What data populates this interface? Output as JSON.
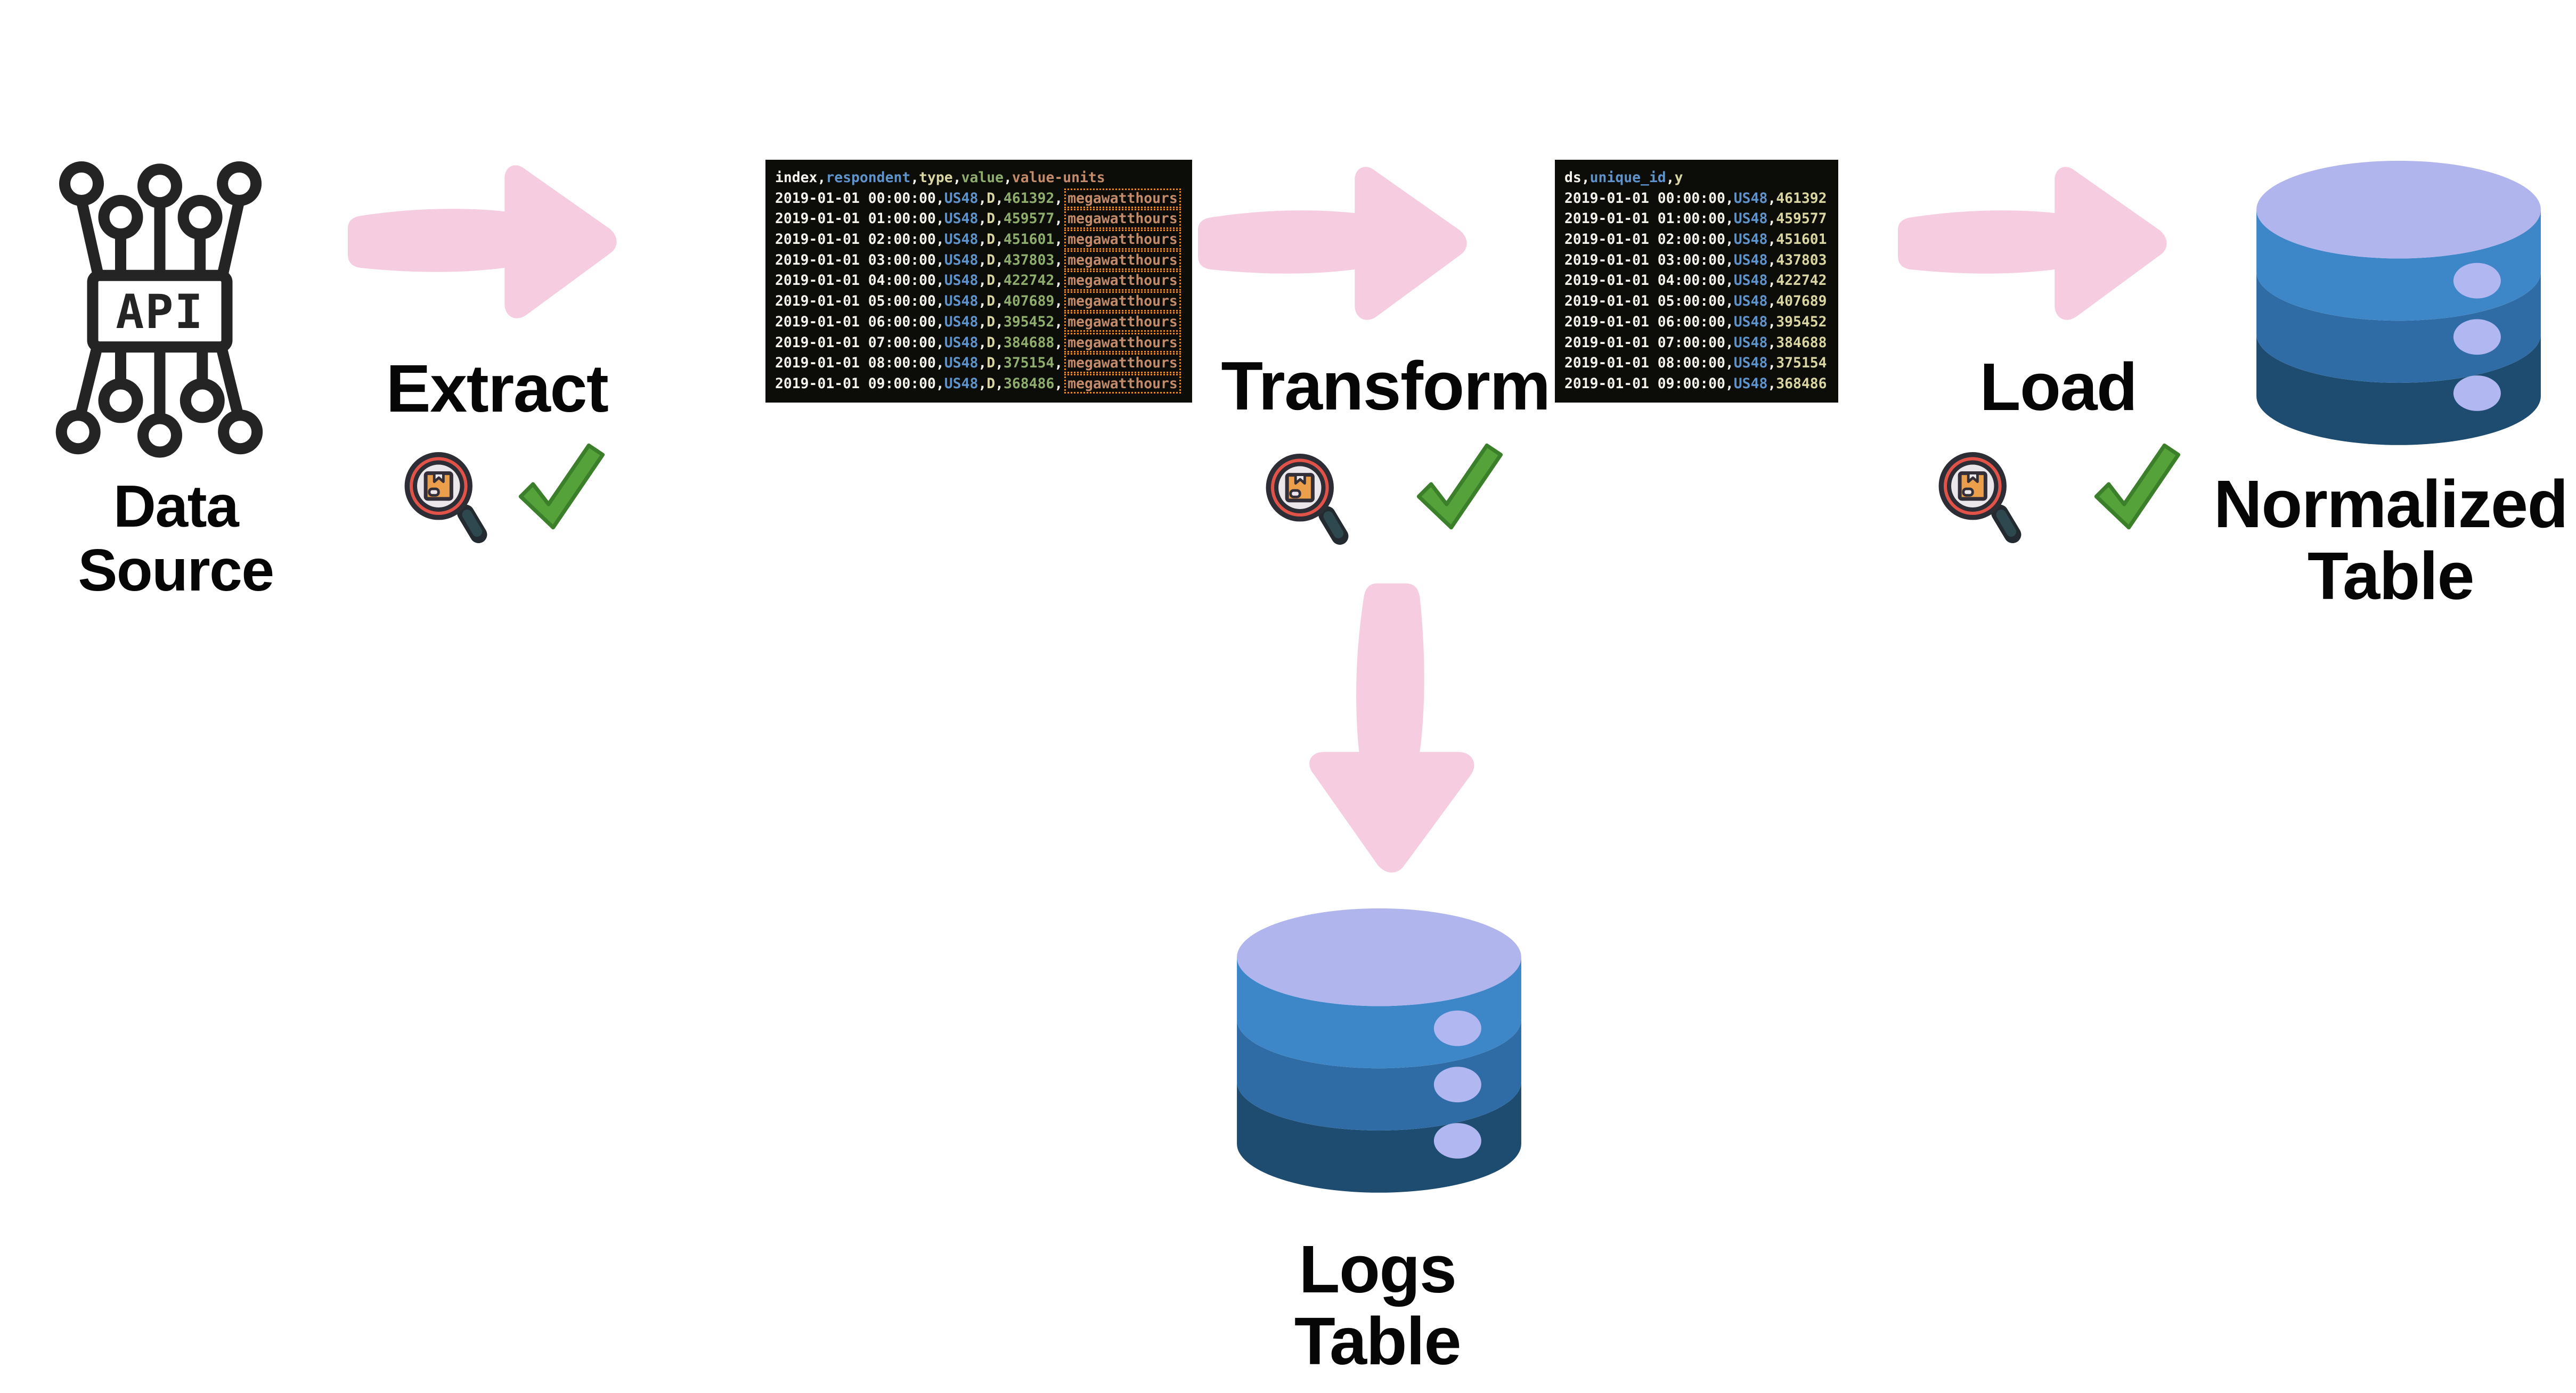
{
  "labels": {
    "api_text": "API",
    "data_source": [
      "Data",
      "Source"
    ],
    "extract": "Extract",
    "transform": "Transform",
    "load": "Load",
    "normalized_table": [
      "Normalized",
      "Table"
    ],
    "logs_table": [
      "Logs",
      "Table"
    ]
  },
  "icons": {
    "api": "api-network-icon",
    "magnifier": "inspect-package-magnifier-icon",
    "check": "green-checkmark-icon",
    "database": "database-cylinder-icon",
    "arrow": "pink-hand-drawn-arrow"
  },
  "colors": {
    "arrow_pink": "#f6cde0",
    "terminal_bg": "#0c0c08",
    "text_white": "#f5f3ea",
    "text_blue": "#5e93cc",
    "text_yellow": "#d9d6a2",
    "text_green": "#8fae6d",
    "text_salmon": "#c48b6b",
    "highlight_border": "#e08c2e",
    "check_green": "#55a23a",
    "check_outline": "#3c7f2a",
    "db_top": "#b1b5ed",
    "db_band1": "#3d86c8",
    "db_band2": "#2f6ca5",
    "db_band3": "#1e4c70",
    "db_dot": "#b1b7f1",
    "icon_outline": "#242424",
    "mag_ring": "#e15349",
    "mag_lens": "#eae6ea",
    "mag_box": "#eb9f4b",
    "mag_handle": "#2e4850",
    "mag_handle_dark": "#232a30",
    "label_color": "#060606"
  },
  "terminal1": {
    "rows": [
      {
        "cells": [
          {
            "text": "index",
            "color": "white"
          },
          {
            "text": "respondent",
            "color": "blue"
          },
          {
            "text": "type",
            "color": "yellow"
          },
          {
            "text": "value",
            "color": "green"
          },
          {
            "text": "value-units",
            "color": "salmon"
          }
        ]
      },
      {
        "cells": [
          {
            "text": "2019-01-01 00:00:00",
            "color": "white"
          },
          {
            "text": "US48",
            "color": "blue"
          },
          {
            "text": "D",
            "color": "yellow"
          },
          {
            "text": "461392",
            "color": "green"
          },
          {
            "text": "megawatthours",
            "color": "salmon",
            "boxed": true
          }
        ]
      },
      {
        "cells": [
          {
            "text": "2019-01-01 01:00:00",
            "color": "white"
          },
          {
            "text": "US48",
            "color": "blue"
          },
          {
            "text": "D",
            "color": "yellow"
          },
          {
            "text": "459577",
            "color": "green"
          },
          {
            "text": "megawatthours",
            "color": "salmon",
            "boxed": true
          }
        ]
      },
      {
        "cells": [
          {
            "text": "2019-01-01 02:00:00",
            "color": "white"
          },
          {
            "text": "US48",
            "color": "blue"
          },
          {
            "text": "D",
            "color": "yellow"
          },
          {
            "text": "451601",
            "color": "green"
          },
          {
            "text": "megawatthours",
            "color": "salmon",
            "boxed": true
          }
        ]
      },
      {
        "cells": [
          {
            "text": "2019-01-01 03:00:00",
            "color": "white"
          },
          {
            "text": "US48",
            "color": "blue"
          },
          {
            "text": "D",
            "color": "yellow"
          },
          {
            "text": "437803",
            "color": "green"
          },
          {
            "text": "megawatthours",
            "color": "salmon",
            "boxed": true
          }
        ]
      },
      {
        "cells": [
          {
            "text": "2019-01-01 04:00:00",
            "color": "white"
          },
          {
            "text": "US48",
            "color": "blue"
          },
          {
            "text": "D",
            "color": "yellow"
          },
          {
            "text": "422742",
            "color": "green"
          },
          {
            "text": "megawatthours",
            "color": "salmon",
            "boxed": true
          }
        ]
      },
      {
        "cells": [
          {
            "text": "2019-01-01 05:00:00",
            "color": "white"
          },
          {
            "text": "US48",
            "color": "blue"
          },
          {
            "text": "D",
            "color": "yellow"
          },
          {
            "text": "407689",
            "color": "green"
          },
          {
            "text": "megawatthours",
            "color": "salmon",
            "boxed": true
          }
        ]
      },
      {
        "cells": [
          {
            "text": "2019-01-01 06:00:00",
            "color": "white"
          },
          {
            "text": "US48",
            "color": "blue"
          },
          {
            "text": "D",
            "color": "yellow"
          },
          {
            "text": "395452",
            "color": "green"
          },
          {
            "text": "megawatthours",
            "color": "salmon",
            "boxed": true
          }
        ]
      },
      {
        "cells": [
          {
            "text": "2019-01-01 07:00:00",
            "color": "white"
          },
          {
            "text": "US48",
            "color": "blue"
          },
          {
            "text": "D",
            "color": "yellow"
          },
          {
            "text": "384688",
            "color": "green"
          },
          {
            "text": "megawatthours",
            "color": "salmon",
            "boxed": true
          }
        ]
      },
      {
        "cells": [
          {
            "text": "2019-01-01 08:00:00",
            "color": "white"
          },
          {
            "text": "US48",
            "color": "blue"
          },
          {
            "text": "D",
            "color": "yellow"
          },
          {
            "text": "375154",
            "color": "green"
          },
          {
            "text": "megawatthours",
            "color": "salmon",
            "boxed": true
          }
        ]
      },
      {
        "cells": [
          {
            "text": "2019-01-01 09:00:00",
            "color": "white"
          },
          {
            "text": "US48",
            "color": "blue"
          },
          {
            "text": "D",
            "color": "yellow"
          },
          {
            "text": "368486",
            "color": "green"
          },
          {
            "text": "megawatthours",
            "color": "salmon",
            "boxed": true
          }
        ]
      }
    ]
  },
  "terminal2": {
    "rows": [
      {
        "cells": [
          {
            "text": "ds",
            "color": "white"
          },
          {
            "text": "unique_id",
            "color": "blue"
          },
          {
            "text": "y",
            "color": "yellow"
          }
        ]
      },
      {
        "cells": [
          {
            "text": "2019-01-01 00:00:00",
            "color": "white"
          },
          {
            "text": "US48",
            "color": "blue"
          },
          {
            "text": "461392",
            "color": "yellow"
          }
        ]
      },
      {
        "cells": [
          {
            "text": "2019-01-01 01:00:00",
            "color": "white"
          },
          {
            "text": "US48",
            "color": "blue"
          },
          {
            "text": "459577",
            "color": "yellow"
          }
        ]
      },
      {
        "cells": [
          {
            "text": "2019-01-01 02:00:00",
            "color": "white"
          },
          {
            "text": "US48",
            "color": "blue"
          },
          {
            "text": "451601",
            "color": "yellow"
          }
        ]
      },
      {
        "cells": [
          {
            "text": "2019-01-01 03:00:00",
            "color": "white"
          },
          {
            "text": "US48",
            "color": "blue"
          },
          {
            "text": "437803",
            "color": "yellow"
          }
        ]
      },
      {
        "cells": [
          {
            "text": "2019-01-01 04:00:00",
            "color": "white"
          },
          {
            "text": "US48",
            "color": "blue"
          },
          {
            "text": "422742",
            "color": "yellow"
          }
        ]
      },
      {
        "cells": [
          {
            "text": "2019-01-01 05:00:00",
            "color": "white"
          },
          {
            "text": "US48",
            "color": "blue"
          },
          {
            "text": "407689",
            "color": "yellow"
          }
        ]
      },
      {
        "cells": [
          {
            "text": "2019-01-01 06:00:00",
            "color": "white"
          },
          {
            "text": "US48",
            "color": "blue"
          },
          {
            "text": "395452",
            "color": "yellow"
          }
        ]
      },
      {
        "cells": [
          {
            "text": "2019-01-01 07:00:00",
            "color": "white"
          },
          {
            "text": "US48",
            "color": "blue"
          },
          {
            "text": "384688",
            "color": "yellow"
          }
        ]
      },
      {
        "cells": [
          {
            "text": "2019-01-01 08:00:00",
            "color": "white"
          },
          {
            "text": "US48",
            "color": "blue"
          },
          {
            "text": "375154",
            "color": "yellow"
          }
        ]
      },
      {
        "cells": [
          {
            "text": "2019-01-01 09:00:00",
            "color": "white"
          },
          {
            "text": "US48",
            "color": "blue"
          },
          {
            "text": "368486",
            "color": "yellow"
          }
        ]
      }
    ]
  }
}
